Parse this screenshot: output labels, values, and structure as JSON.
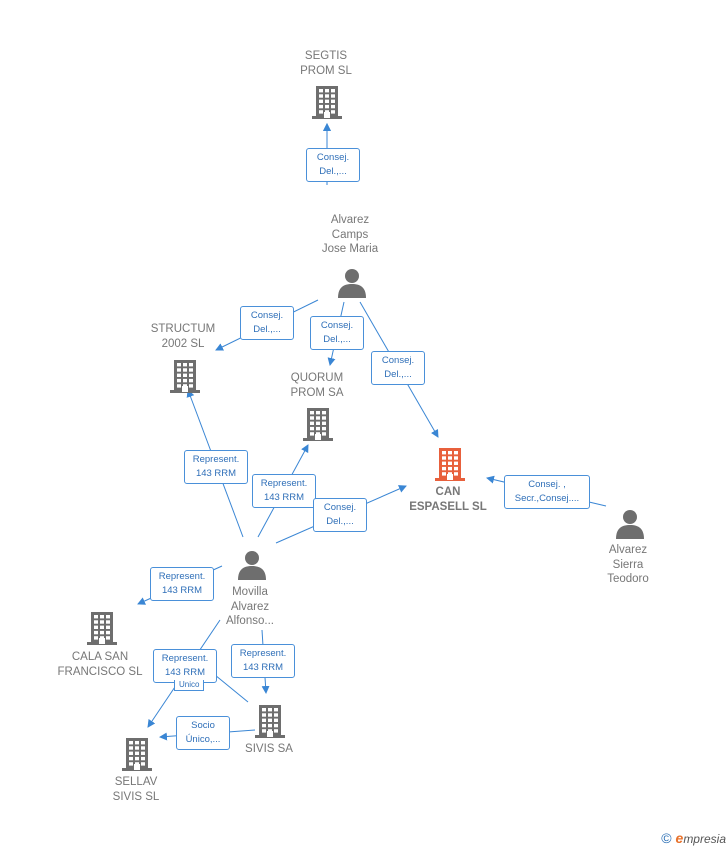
{
  "colors": {
    "edge": "#3a86d4",
    "node": "#6e6e6e",
    "highlight": "#e8603c"
  },
  "nodes": {
    "segtis": {
      "type": "company",
      "lines": [
        "SEGTIS",
        "PROM SL"
      ]
    },
    "alvarez_camps": {
      "type": "person",
      "lines": [
        "Alvarez",
        "Camps",
        "Jose Maria"
      ]
    },
    "structum": {
      "type": "company",
      "lines": [
        "STRUCTUM",
        "2002  SL"
      ]
    },
    "quorum": {
      "type": "company",
      "lines": [
        "QUORUM",
        "PROM SA"
      ]
    },
    "can_espasell": {
      "type": "company",
      "main": true,
      "lines": [
        "CAN",
        "ESPASELL SL"
      ]
    },
    "alvarez_sierra": {
      "type": "person",
      "lines": [
        "Alvarez",
        "Sierra",
        "Teodoro"
      ]
    },
    "movilla": {
      "type": "person",
      "lines": [
        "Movilla",
        "Alvarez",
        "Alfonso..."
      ]
    },
    "cala_san": {
      "type": "company",
      "lines": [
        "CALA SAN",
        "FRANCISCO SL"
      ]
    },
    "sivis_sa": {
      "type": "company",
      "lines": [
        "SIVIS SA"
      ]
    },
    "sellav": {
      "type": "company",
      "lines": [
        "SELLAV",
        "SIVIS SL"
      ]
    }
  },
  "edges": [
    {
      "id": "e1",
      "lines": [
        "Consej.",
        "Del.,..."
      ]
    },
    {
      "id": "e2",
      "lines": [
        "Consej.",
        "Del.,..."
      ]
    },
    {
      "id": "e3",
      "lines": [
        "Consej.",
        "Del.,..."
      ]
    },
    {
      "id": "e4",
      "lines": [
        "Consej.",
        "Del.,..."
      ]
    },
    {
      "id": "e5",
      "lines": [
        "Consej. ,",
        "Secr.,Consej...."
      ]
    },
    {
      "id": "e6",
      "lines": [
        "Represent.",
        "143 RRM"
      ]
    },
    {
      "id": "e7",
      "lines": [
        "Represent.",
        "143 RRM"
      ]
    },
    {
      "id": "e8",
      "lines": [
        "Consej.",
        "Del.,..."
      ]
    },
    {
      "id": "e9",
      "lines": [
        "Represent.",
        "143 RRM"
      ]
    },
    {
      "id": "e10",
      "lines": [
        "Represent.",
        "143 RRM"
      ]
    },
    {
      "id": "e11",
      "lines": [
        "Represent.",
        "143 RRM"
      ]
    },
    {
      "id": "e12",
      "lines": [
        "Socio",
        "Único,..."
      ]
    }
  ],
  "hidden_label_fragment": "Unico",
  "brand": {
    "symbol": "©",
    "initial": "e",
    "rest": "mpresia"
  }
}
